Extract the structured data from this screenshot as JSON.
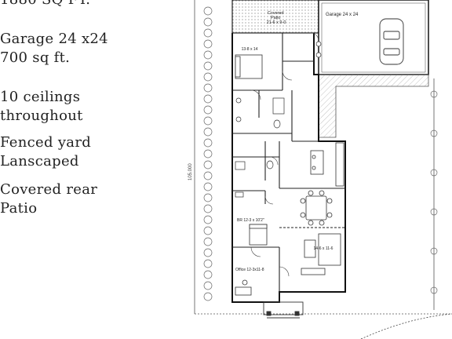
{
  "notes": [
    "1880 SQ FT.",
    "Garage 24 x24\n700 sq ft.",
    "10 ceilings\nthroughout",
    "Fenced yard\nLanscaped",
    "Covered rear\nPatio"
  ],
  "plan": {
    "covered_patio_label": "Covered\nPatio\n21-6 x 9-0",
    "garage_label": "Garage 24 x 24",
    "master_label": "13-8 x 14",
    "bedroom_label": "BR 12-3 x 10'2\"",
    "living_label": "14-6 x 11-6",
    "office_label": "Office 12-3x11-8",
    "lot_dimension": "105.000"
  }
}
